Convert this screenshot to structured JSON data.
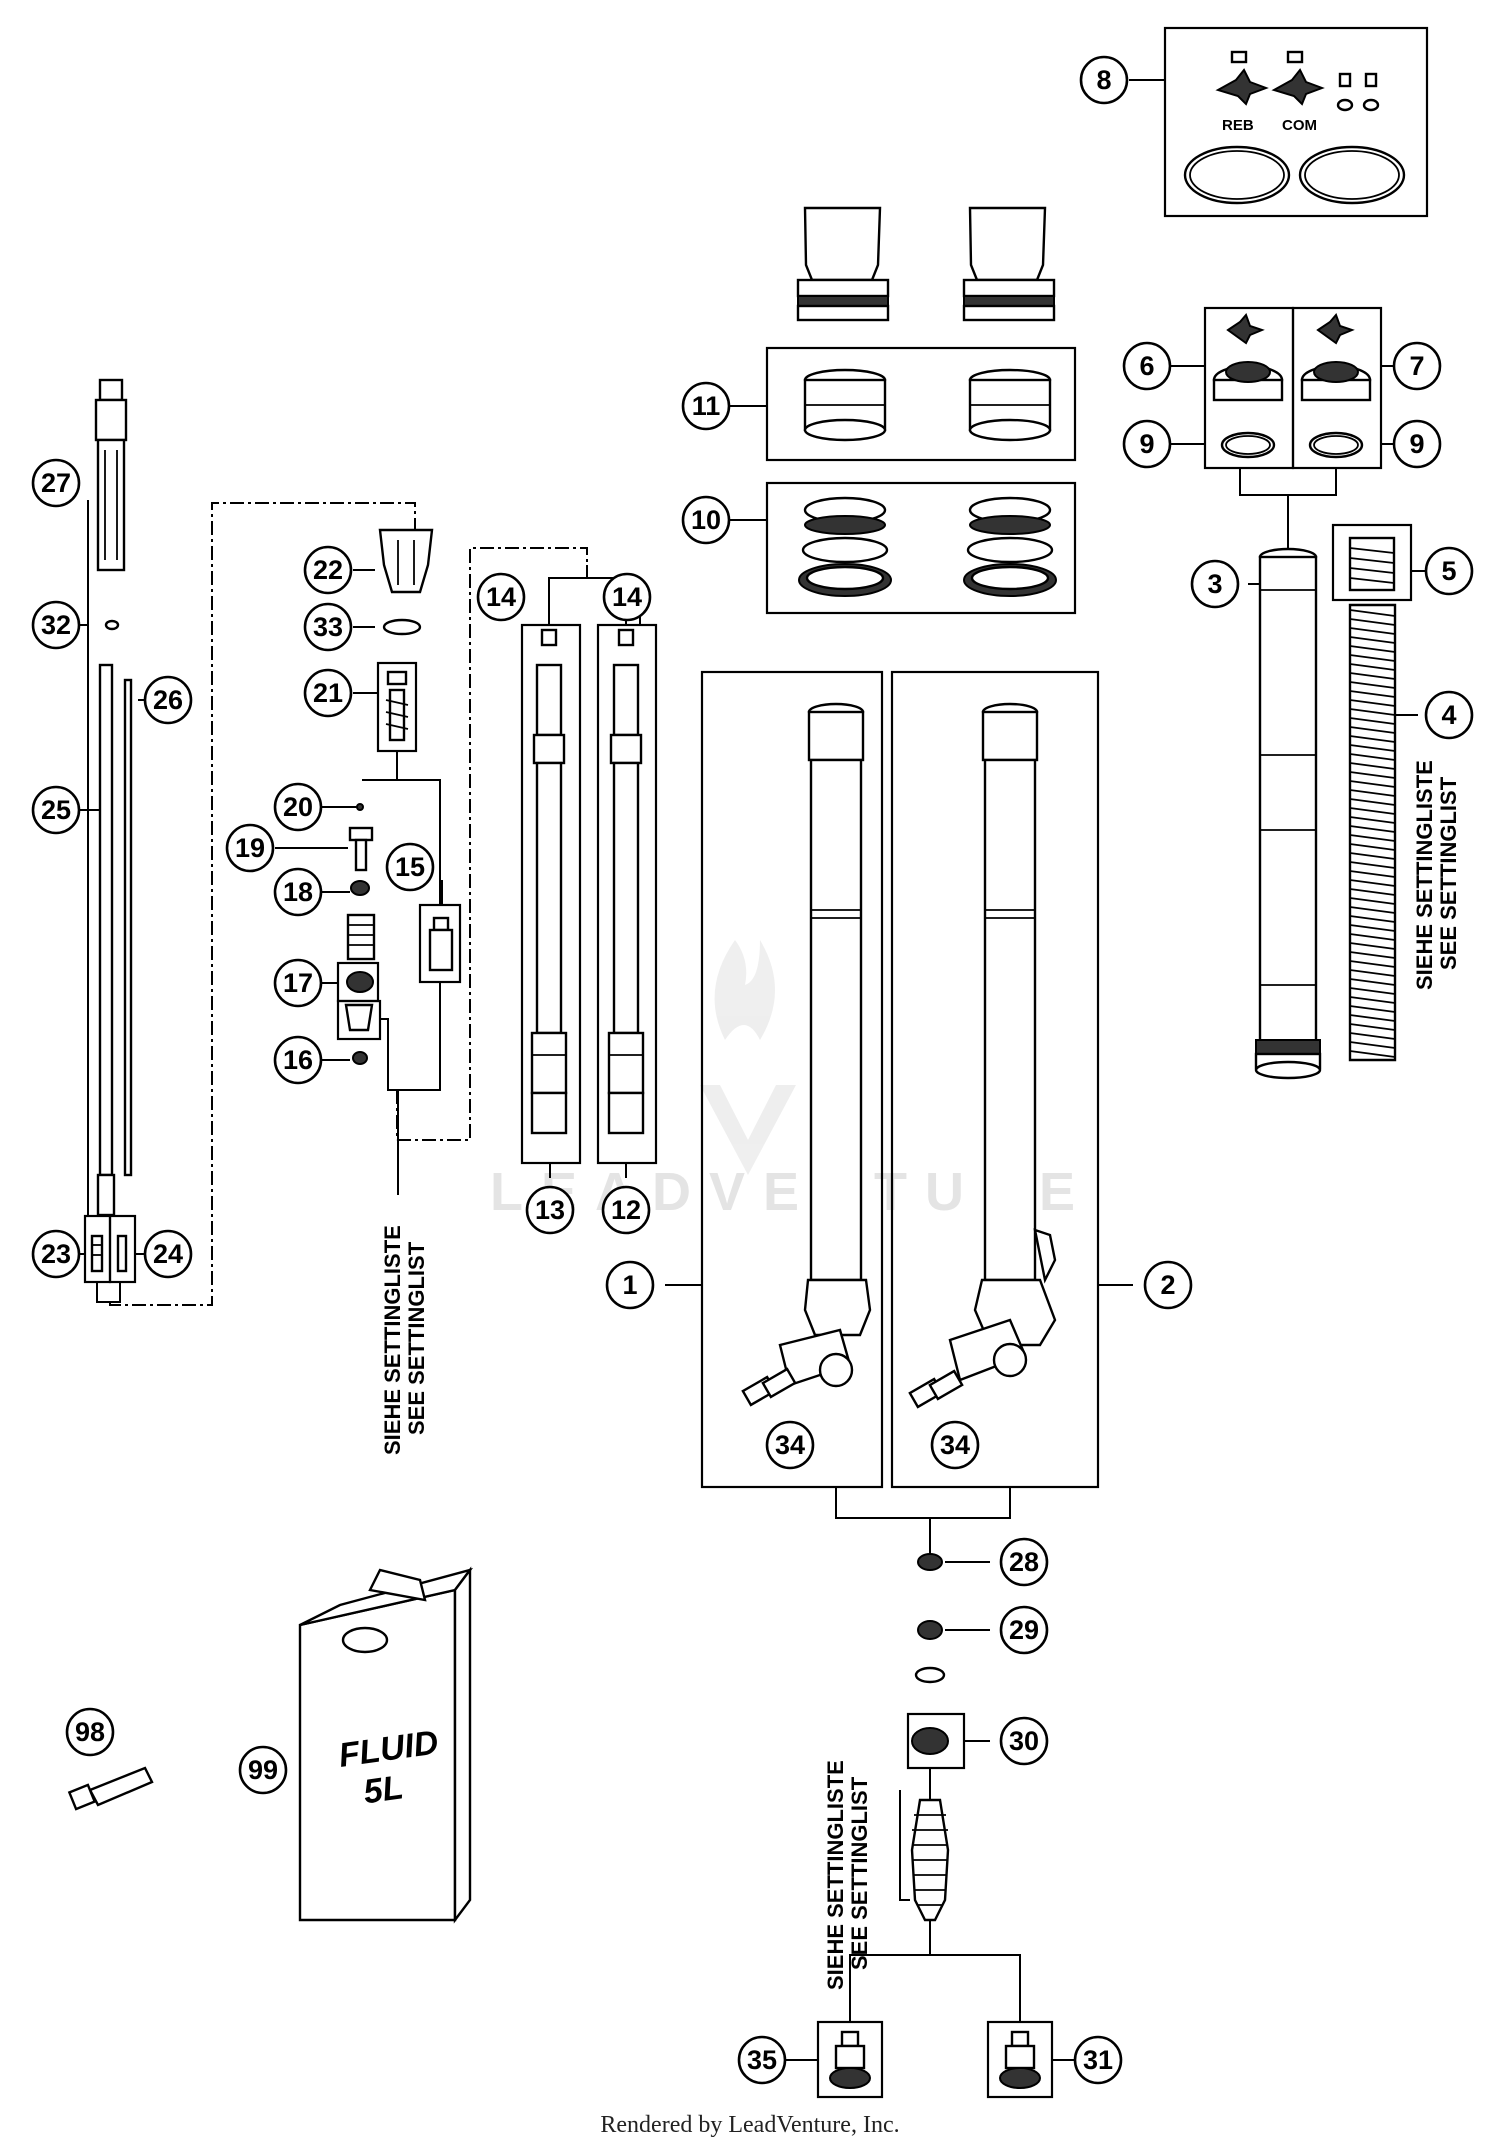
{
  "callouts": [
    {
      "label": "1"
    },
    {
      "label": "2"
    },
    {
      "label": "3"
    },
    {
      "label": "4"
    },
    {
      "label": "5"
    },
    {
      "label": "6"
    },
    {
      "label": "7"
    },
    {
      "label": "8"
    },
    {
      "label": "9"
    },
    {
      "label": "9"
    },
    {
      "label": "10"
    },
    {
      "label": "11"
    },
    {
      "label": "12"
    },
    {
      "label": "13"
    },
    {
      "label": "14"
    },
    {
      "label": "14"
    },
    {
      "label": "15"
    },
    {
      "label": "16"
    },
    {
      "label": "17"
    },
    {
      "label": "18"
    },
    {
      "label": "19"
    },
    {
      "label": "20"
    },
    {
      "label": "21"
    },
    {
      "label": "22"
    },
    {
      "label": "23"
    },
    {
      "label": "24"
    },
    {
      "label": "25"
    },
    {
      "label": "26"
    },
    {
      "label": "27"
    },
    {
      "label": "28"
    },
    {
      "label": "29"
    },
    {
      "label": "30"
    },
    {
      "label": "31"
    },
    {
      "label": "32"
    },
    {
      "label": "33"
    },
    {
      "label": "34"
    },
    {
      "label": "34"
    },
    {
      "label": "35"
    },
    {
      "label": "98"
    },
    {
      "label": "99"
    }
  ],
  "notes": {
    "setting_de": "SIEHE SETTINGLISTE",
    "setting_en": "SEE SETTINGLIST"
  },
  "adjuster_labels": {
    "rebound": "REB",
    "compression": "COM"
  },
  "fluid_can": {
    "line1": "FLUID",
    "line2": "5L"
  },
  "watermark": "LEADVENTURE",
  "footer": "Rendered by LeadVenture, Inc."
}
